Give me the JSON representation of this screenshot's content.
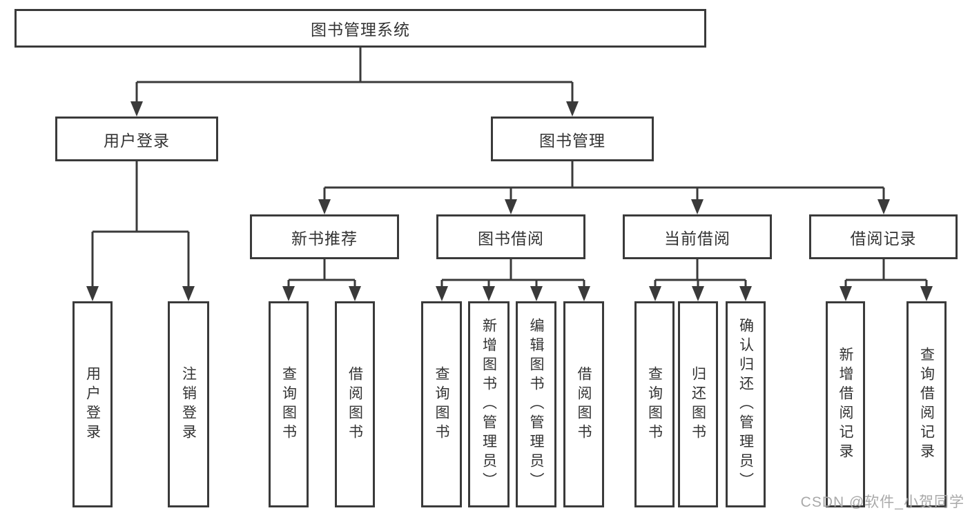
{
  "diagram_title": "图书管理系统",
  "colors": {
    "line": "#3a3a3a",
    "box_border": "#3a3a3a",
    "box_fill": "#ffffff",
    "text": "#333333",
    "watermark_text": "#a9a9a9",
    "background": "#ffffff"
  },
  "nodes": {
    "root": "图书管理系统",
    "login_group": "用户登录",
    "book_mgmt": "图书管理",
    "new_book": "新书推荐",
    "book_borrow": "图书借阅",
    "current_borrow": "当前借阅",
    "borrow_records": "借阅记录",
    "user_login": "用户登录",
    "logout": "注销登录",
    "nb_query": "查询图书",
    "nb_borrow": "借阅图书",
    "bb_query": "查询图书",
    "bb_add": "新增图书（管理员）",
    "bb_edit": "编辑图书（管理员）",
    "bb_borrow": "借阅图书",
    "cb_query": "查询图书",
    "cb_return": "归还图书",
    "cb_confirm": "确认归还（管理员）",
    "br_add": "新增借阅记录",
    "br_query": "查询借阅记录"
  },
  "hierarchy": {
    "图书管理系统": {
      "用户登录": [
        "用户登录",
        "注销登录"
      ],
      "图书管理": {
        "新书推荐": [
          "查询图书",
          "借阅图书"
        ],
        "图书借阅": [
          "查询图书",
          "新增图书（管理员）",
          "编辑图书（管理员）",
          "借阅图书"
        ],
        "当前借阅": [
          "查询图书",
          "归还图书",
          "确认归还（管理员）"
        ],
        "借阅记录": [
          "新增借阅记录",
          "查询借阅记录"
        ]
      }
    }
  },
  "watermark": {
    "text": "CSDN @软件_小贺同学"
  }
}
